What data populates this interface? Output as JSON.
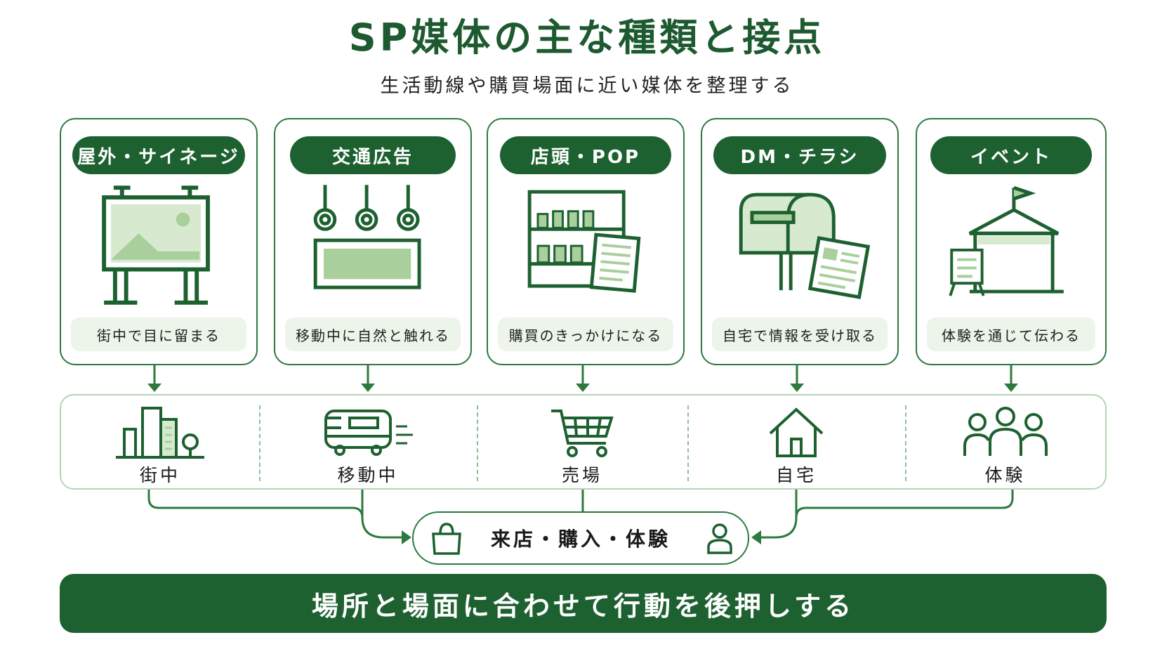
{
  "title": "SP媒体の主な種類と接点",
  "subtitle": "生活動線や購買場面に近い媒体を整理する",
  "cards": [
    {
      "label": "屋外・サイネージ",
      "desc": "街中で目に留まる"
    },
    {
      "label": "交通広告",
      "desc": "移動中に自然と触れる"
    },
    {
      "label": "店頭・POP",
      "desc": "購買のきっかけになる"
    },
    {
      "label": "DM・チラシ",
      "desc": "自宅で情報を受け取る"
    },
    {
      "label": "イベント",
      "desc": "体験を通じて伝わる"
    }
  ],
  "touchpoints": [
    {
      "label": "街中",
      "icon": "city-buildings-icon"
    },
    {
      "label": "移動中",
      "icon": "train-icon"
    },
    {
      "label": "売場",
      "icon": "shopping-cart-icon"
    },
    {
      "label": "自宅",
      "icon": "house-icon"
    },
    {
      "label": "体験",
      "icon": "people-group-icon"
    }
  ],
  "goal": "来店・購入・体験",
  "banner": "場所と場面に合わせて行動を後押しする",
  "colors": {
    "primary": "#1e6131",
    "accent": "#2c7a3e",
    "light": "#a9cf9c",
    "pale": "#edf4e9"
  }
}
